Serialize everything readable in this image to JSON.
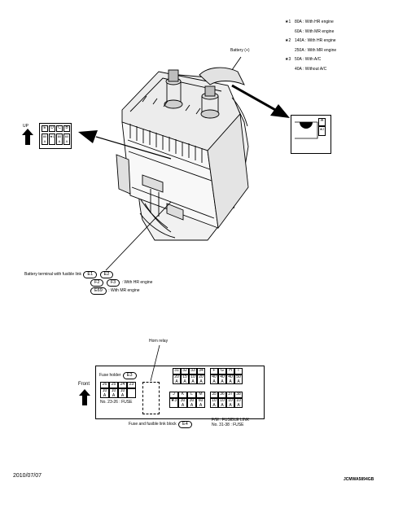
{
  "notes": [
    {
      "mark": "★1",
      "text": "80A : With HR engine"
    },
    {
      "mark": "",
      "text": "60A : With MR engine"
    },
    {
      "mark": "★2",
      "text": "140A : With HR engine"
    },
    {
      "mark": "",
      "text": "250A : With MR engine"
    },
    {
      "mark": "★3",
      "text": "50A : With A/C"
    },
    {
      "mark": "",
      "text": "40A : Without A/C"
    }
  ],
  "labels": {
    "battery": "Battery (+)",
    "up": "UP",
    "front": "Front",
    "horn_relay": "Horn relay",
    "terminal_line1": "Battery terminal with fusible link",
    "hr_engine": ": With HR engine",
    "mr_engine": ": With MR engine",
    "fuse_holder": "Fuse holder",
    "fuse_holder_conn": "E3",
    "fuse_range": "No. 23-26 : FUSE",
    "block_label": "Fuse and fusible link block",
    "block_conn": "E4",
    "fm_line1": "F/M : FUSIBLE LINK",
    "fm_line2": "No. 31-38 : FUSE",
    "date": "2010/07/07",
    "code": "JCMWA5894GB"
  },
  "connectors": {
    "e1": "E1",
    "e2": "E2",
    "f2": "F2",
    "f3": "F3",
    "e69": "E69"
  },
  "left_link": {
    "top": [
      "E",
      "D",
      "C",
      "B"
    ],
    "bottom": [
      "80 A",
      "★1",
      "80 A",
      "60 A"
    ]
  },
  "right_link": {
    "top": "A",
    "bottom": "★2"
  },
  "fuse_holder_cells": {
    "top": [
      "26",
      "25",
      "24",
      "23"
    ],
    "bottom": [
      "10 A",
      "10 A",
      "10 A",
      ""
    ]
  },
  "block_top": {
    "numbers": [
      "31",
      "32",
      "33",
      "34"
    ],
    "numbers_amp": [
      "20 A",
      "15 A",
      "10 A",
      "20 A"
    ],
    "letters": [
      "F",
      "G",
      "H",
      "I"
    ],
    "letters_amp": [
      "40 A",
      "40 A",
      "40 A",
      "50 A"
    ]
  },
  "block_bottom": {
    "letters": [
      "J",
      "K",
      "L",
      "M"
    ],
    "letters_amp": [
      "★3",
      "30 A",
      "30 A",
      "60 A"
    ],
    "numbers": [
      "35",
      "36",
      "37",
      "38"
    ],
    "numbers_amp": [
      "10 A",
      "10 A",
      "10 A",
      "10 A"
    ]
  }
}
